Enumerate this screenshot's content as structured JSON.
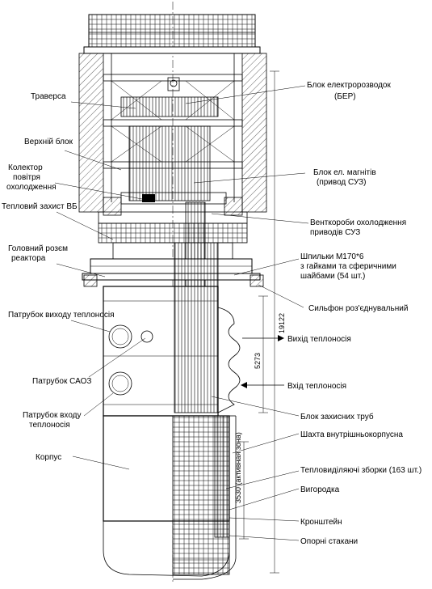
{
  "labels": {
    "left": [
      "Траверса",
      "Верхній блок",
      "Колектор",
      "повітря",
      "охолодження",
      "Тепловий захист ВБ",
      "Головний розєм",
      "реактора",
      "Патрубок виходу теплоносія",
      "Патрубок САОЗ",
      "Патрубок входу",
      "теплоносія",
      "Корпус"
    ],
    "right": [
      "Блок електророзводок",
      "(БЕР)",
      "Блок ел. магнітів",
      "(привод СУЗ)",
      "Венткороби охолодження",
      "приводів СУЗ",
      "Шпильки М170*6",
      "з гайками та сферичними",
      "шайбами (54 шт.)",
      "Сильфон роз'єднувальний",
      "Вихід теплоносія",
      "Вхід теплоносія",
      "Блок захисних труб",
      "Шахта внутрішньокорпусна",
      "Тепловиділяючі зборки (163 шт.)",
      "Вигородка",
      "Кронштейн",
      "Опорні стакани"
    ]
  },
  "dimensions": {
    "overall": "19122",
    "nozzle": "5273",
    "core": "3530 (активная зона)"
  }
}
